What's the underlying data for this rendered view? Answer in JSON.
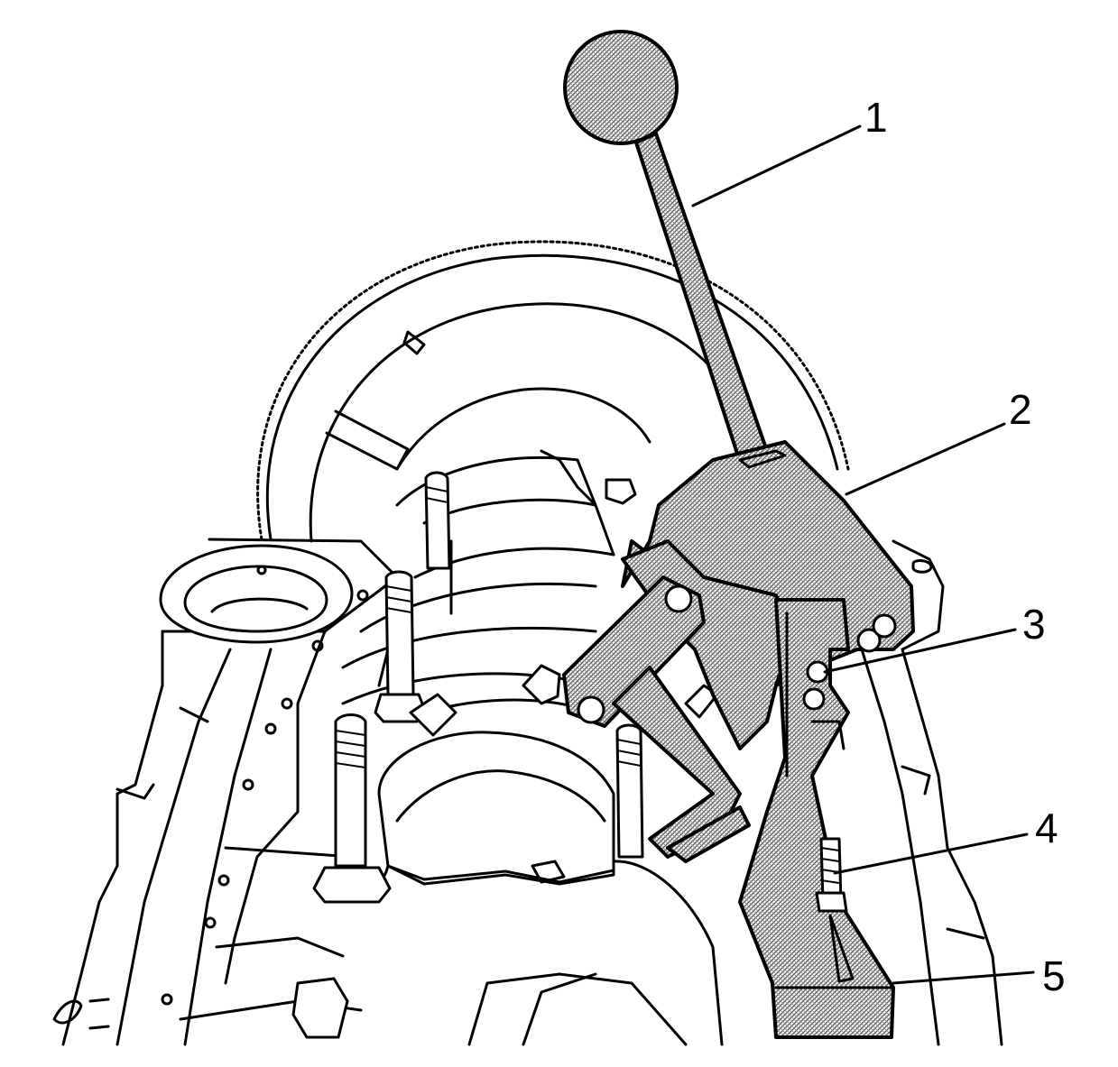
{
  "callouts": [
    {
      "id": "1",
      "label": "1"
    },
    {
      "id": "2",
      "label": "2"
    },
    {
      "id": "3",
      "label": "3"
    },
    {
      "id": "4",
      "label": "4"
    },
    {
      "id": "5",
      "label": "5"
    }
  ],
  "colors": {
    "line": "#000000",
    "fill": "#ffffff",
    "tool_hatch": "#8a8a8a"
  }
}
